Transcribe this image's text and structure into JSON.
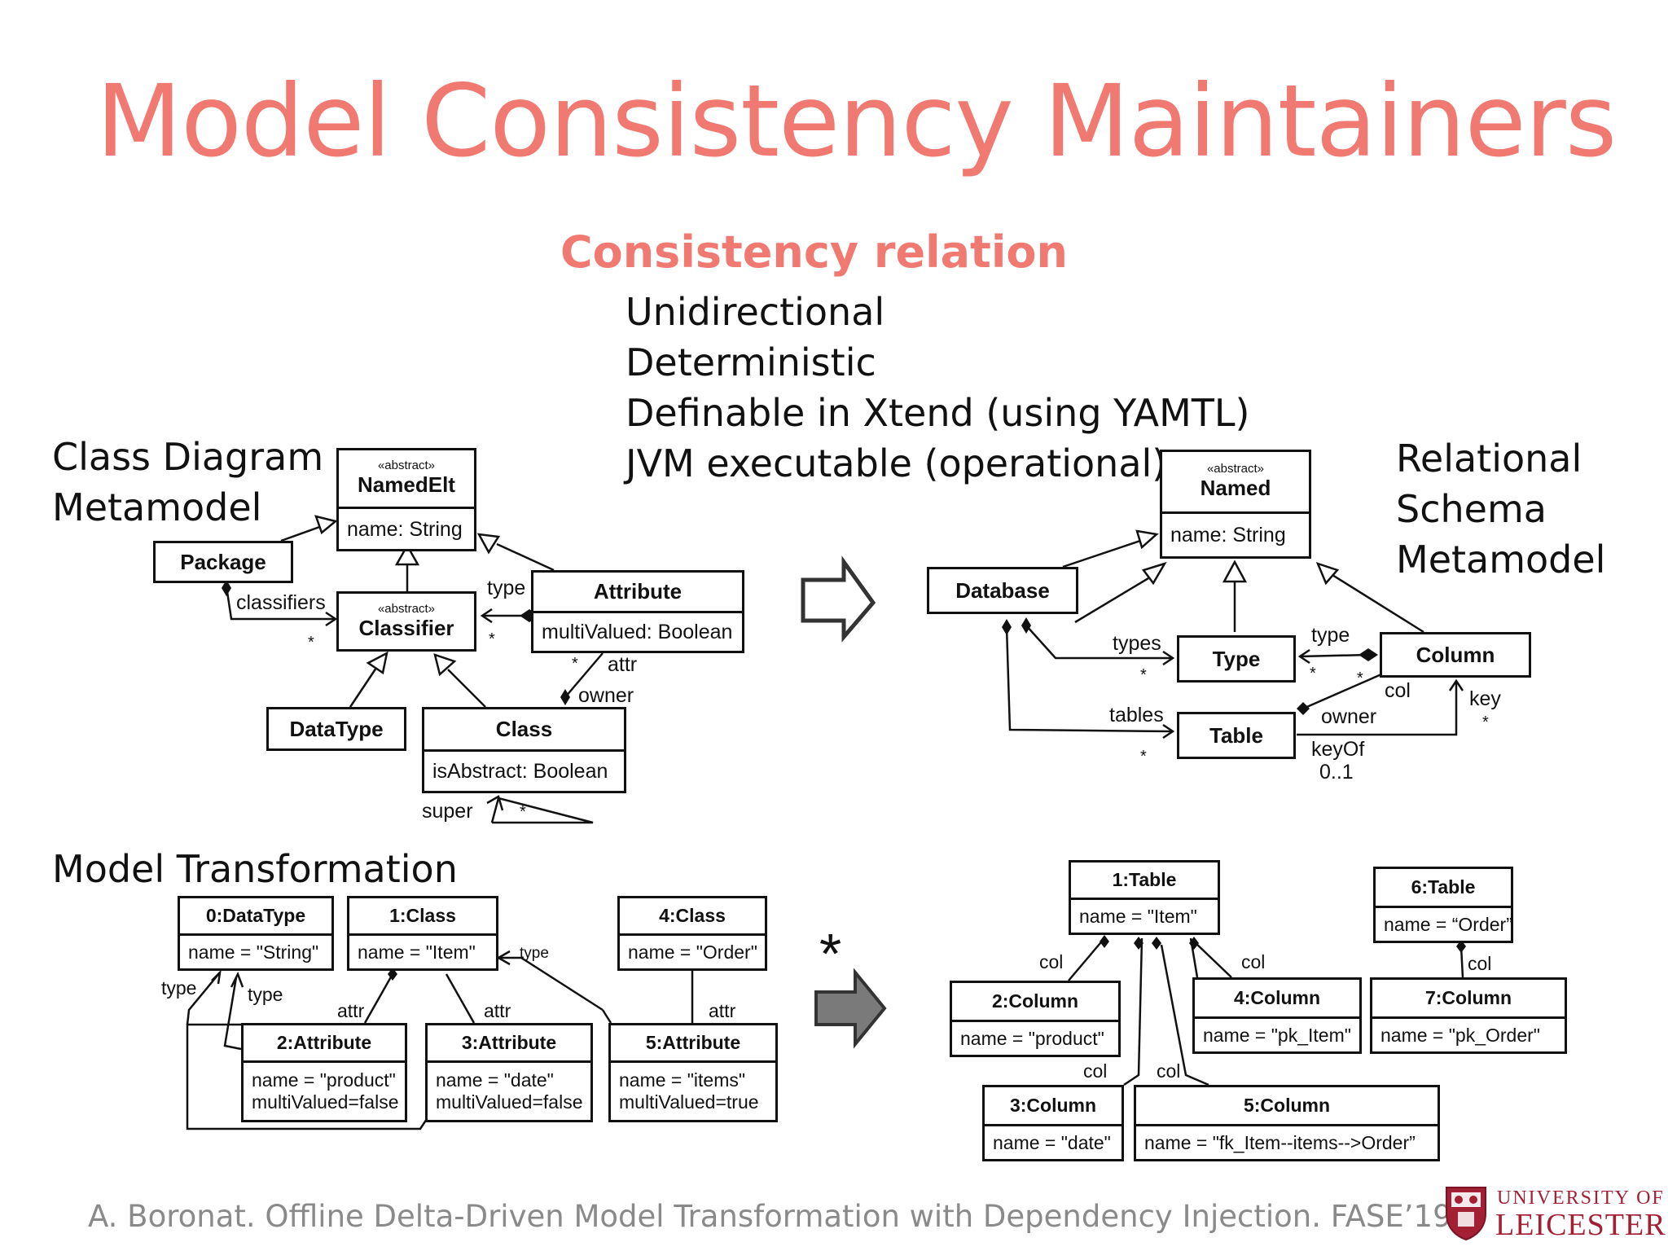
{
  "title": "Model Consistency Maintainers",
  "subtitle": "Consistency relation",
  "properties": [
    "Unidirectional",
    "Deterministic",
    "Definable in Xtend (using YAMTL)",
    "JVM executable (operational)"
  ],
  "sections": {
    "class_diagram": [
      "Class Diagram",
      "Metamodel"
    ],
    "relational": [
      "Relational",
      "Schema",
      "Metamodel"
    ],
    "model_transformation": "Model Transformation"
  },
  "class_mm": {
    "named_elt": {
      "stereotype": "«abstract»",
      "name": "NamedElt",
      "attr": "name: String"
    },
    "package": {
      "name": "Package"
    },
    "classifier": {
      "stereotype": "«abstract»",
      "name": "Classifier"
    },
    "attribute": {
      "name": "Attribute",
      "attr": "multiValued: Boolean"
    },
    "datatype": {
      "name": "DataType"
    },
    "class": {
      "name": "Class",
      "attr": "isAbstract: Boolean"
    },
    "labels": {
      "classifiers": "classifiers",
      "type": "type",
      "attr": "attr",
      "owner": "owner",
      "super": "super",
      "star": "*"
    }
  },
  "rel_mm": {
    "named": {
      "stereotype": "«abstract»",
      "name": "Named",
      "attr": "name: String"
    },
    "database": {
      "name": "Database"
    },
    "type": {
      "name": "Type"
    },
    "column": {
      "name": "Column"
    },
    "table": {
      "name": "Table"
    },
    "labels": {
      "types": "types",
      "type": "type",
      "col": "col",
      "key": "key",
      "tables": "tables",
      "owner": "owner",
      "keyOf": "keyOf",
      "mult": "0..1",
      "star": "*"
    }
  },
  "class_model": {
    "o0": {
      "name": "0:DataType",
      "attr": "name = \"String\""
    },
    "o1": {
      "name": "1:Class",
      "attr": "name = \"Item\""
    },
    "o4": {
      "name": "4:Class",
      "attr": "name = \"Order\""
    },
    "o2": {
      "name": "2:Attribute",
      "attr1": "name = \"product\"",
      "attr2": "multiValued=false"
    },
    "o3": {
      "name": "3:Attribute",
      "attr1": "name = \"date\"",
      "attr2": "multiValued=false"
    },
    "o5": {
      "name": "5:Attribute",
      "attr1": "name = \"items\"",
      "attr2": "multiValued=true"
    },
    "labels": {
      "type": "type",
      "attr": "attr"
    }
  },
  "rel_model": {
    "t1": {
      "name": "1:Table",
      "attr": "name = \"Item\""
    },
    "t6": {
      "name": "6:Table",
      "attr": "name = “Order”"
    },
    "c2": {
      "name": "2:Column",
      "attr": "name = \"product\""
    },
    "c4": {
      "name": "4:Column",
      "attr": "name = \"pk_Item\""
    },
    "c7": {
      "name": "7:Column",
      "attr": "name = \"pk_Order\""
    },
    "c3": {
      "name": "3:Column",
      "attr": "name = \"date\""
    },
    "c5": {
      "name": "5:Column",
      "attr": "name = \"fk_Item--items-->Order”"
    },
    "labels": {
      "col": "col"
    }
  },
  "transform_star": "*",
  "citation": "A. Boronat. Offline Delta-Driven Model Transformation with Dependency Injection. FASE’19.",
  "logo": {
    "line1": "UNIVERSITY OF",
    "line2": "LEICESTER"
  },
  "colors": {
    "title": "#f07a72",
    "citation": "#8a8a8a",
    "logo": "#a31f34",
    "arrow_outline": "#ffffff",
    "arrow_filled": "#7a7a7a"
  }
}
